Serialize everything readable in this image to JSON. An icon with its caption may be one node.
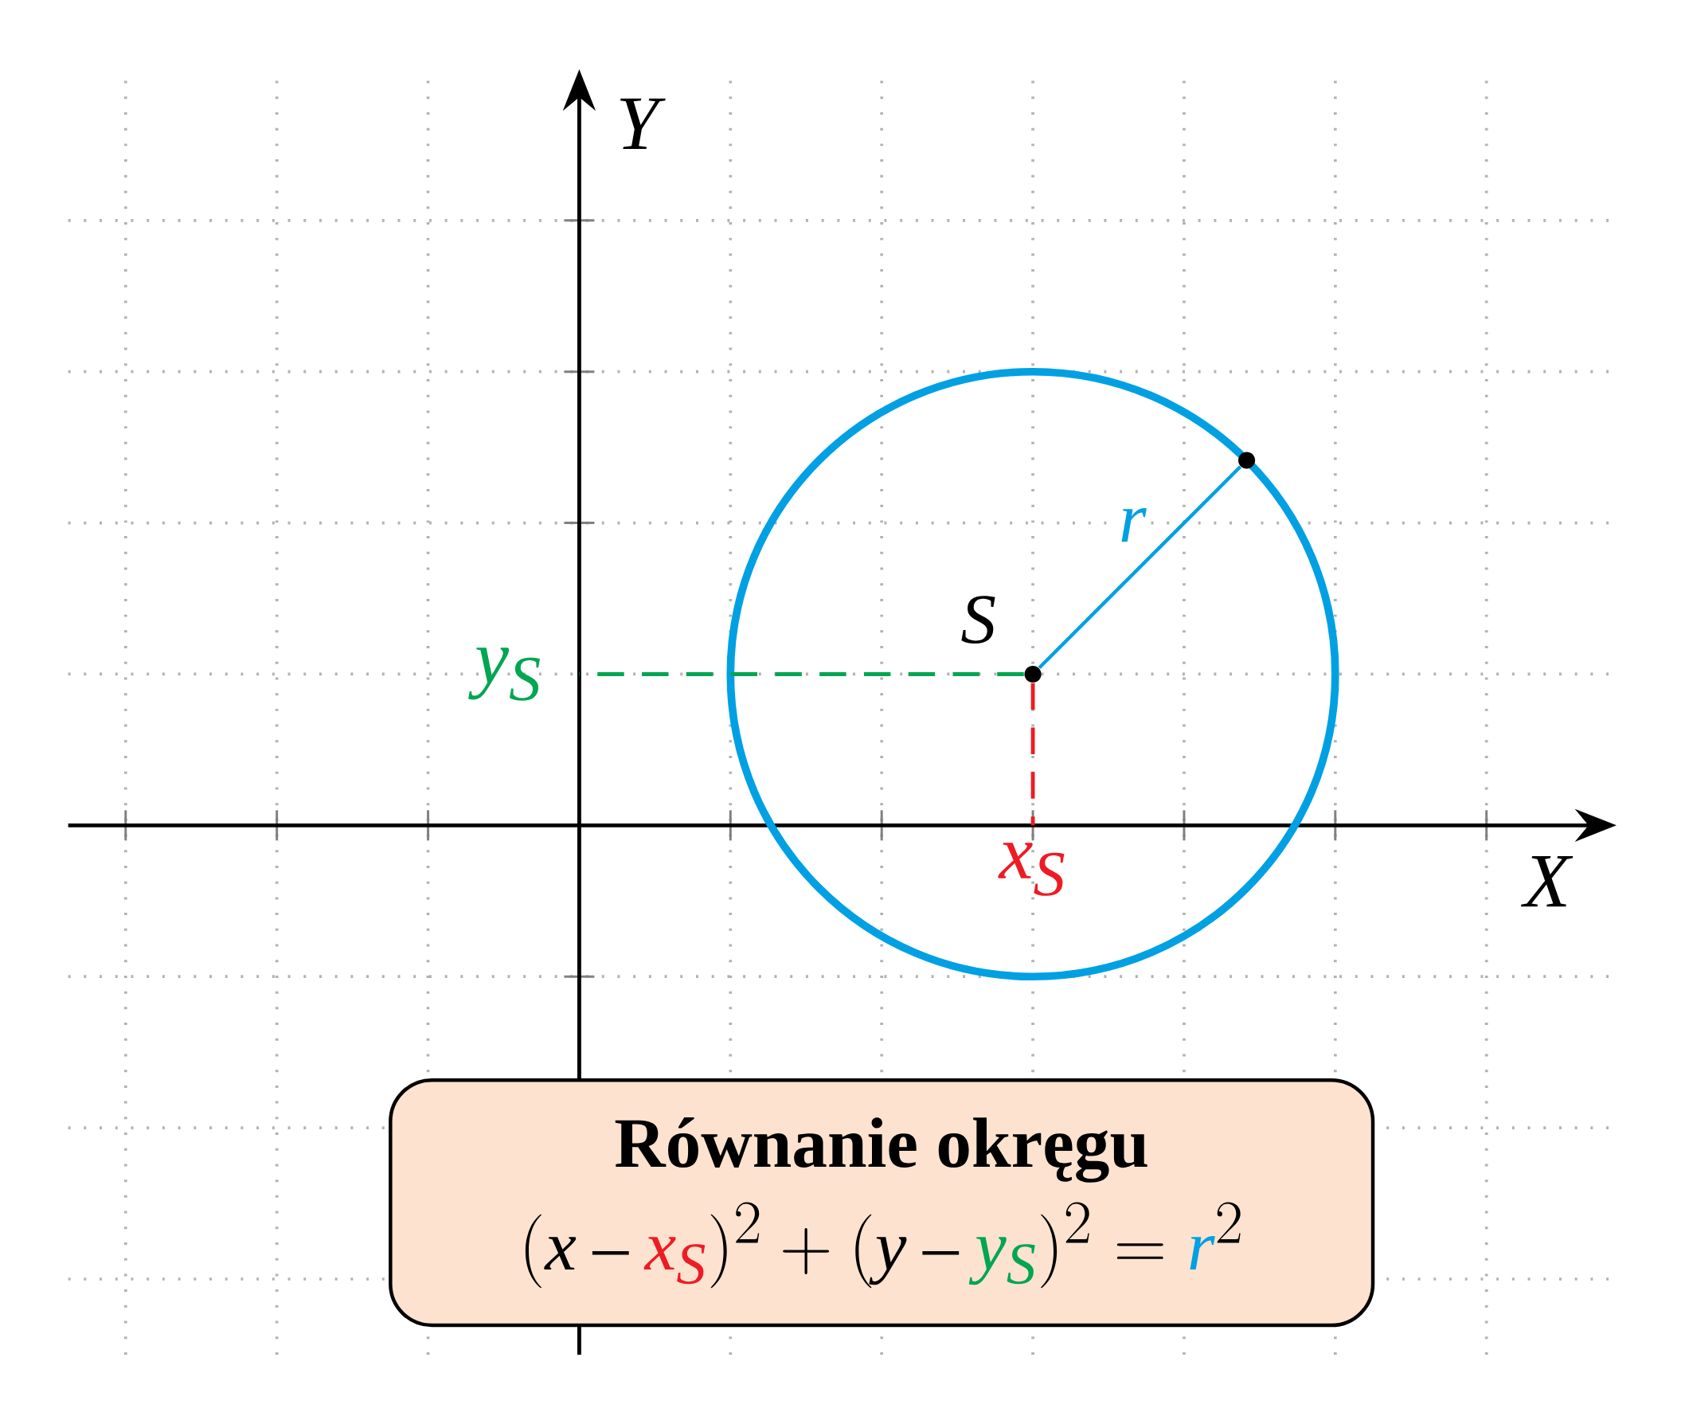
{
  "diagram": {
    "nodes": [
      {
        "text": [],
        "shape": "circle"
      },
      {
        "text": [],
        "shape": "circle",
        "beside": [
          "S"
        ]
      },
      {
        "text": [
          "y$_{S}$"
        ]
      },
      {
        "text": [
          "x$_{S}$"
        ]
      },
      {
        "text": [
          "Równanie okręgu",
          "(x-{\\color[HTML]{ED1C24}x_S})^2+(y-{\\color[HTML]{00A651}y_S})^2={\\color[HTML]{00A0E3}r}^2"
        ]
      }
    ],
    "edges": [
      {
        "from": 1,
        "to": 0,
        "arrow": "none",
        "label": "r",
        "color": "#00a0e3"
      },
      {
        "from": 1,
        "to": 2,
        "arrow": "none",
        "style": "dashed",
        "color": "#00a651"
      },
      {
        "from": 1,
        "to": 3,
        "arrow": "none",
        "style": "dashed",
        "color": "#ed1c24"
      }
    ],
    "labels": [
      "Y",
      "X"
    ]
  }
}
